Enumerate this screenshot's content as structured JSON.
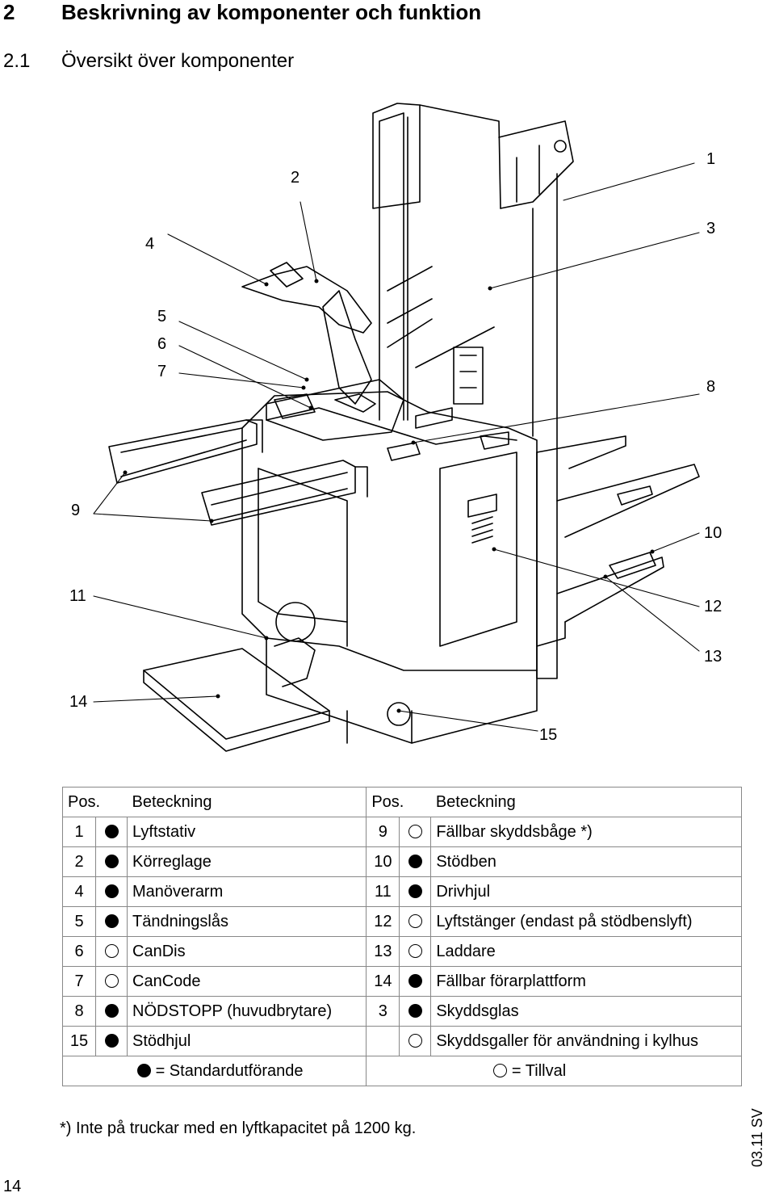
{
  "heading": {
    "number": "2",
    "title": "Beskrivning av komponenter och funktion"
  },
  "subheading": {
    "number": "2.1",
    "title": "Översikt över komponenter"
  },
  "callouts": [
    "1",
    "2",
    "3",
    "4",
    "5",
    "6",
    "7",
    "8",
    "9",
    "10",
    "11",
    "12",
    "13",
    "14",
    "15"
  ],
  "table": {
    "header": {
      "pos": "Pos.",
      "label": "Beteckning"
    },
    "rows": [
      {
        "l_pos": "1",
        "l_mark": "standard",
        "l_label": "Lyftstativ",
        "r_pos": "9",
        "r_mark": "option",
        "r_label": "Fällbar skyddsbåge *)"
      },
      {
        "l_pos": "2",
        "l_mark": "standard",
        "l_label": "Körreglage",
        "r_pos": "10",
        "r_mark": "standard",
        "r_label": "Stödben"
      },
      {
        "l_pos": "4",
        "l_mark": "standard",
        "l_label": "Manöverarm",
        "r_pos": "11",
        "r_mark": "standard",
        "r_label": "Drivhjul"
      },
      {
        "l_pos": "5",
        "l_mark": "standard",
        "l_label": "Tändningslås",
        "r_pos": "12",
        "r_mark": "option",
        "r_label": "Lyftstänger (endast på stödbenslyft)"
      },
      {
        "l_pos": "6",
        "l_mark": "option",
        "l_label": "CanDis",
        "r_pos": "13",
        "r_mark": "option",
        "r_label": "Laddare"
      },
      {
        "l_pos": "7",
        "l_mark": "option",
        "l_label": "CanCode",
        "r_pos": "14",
        "r_mark": "standard",
        "r_label": "Fällbar förarplattform"
      },
      {
        "l_pos": "8",
        "l_mark": "standard",
        "l_label": "NÖDSTOPP (huvudbrytare)",
        "r_pos": "3",
        "r_mark": "standard",
        "r_label": "Skyddsglas"
      },
      {
        "l_pos": "15",
        "l_mark": "standard",
        "l_label": "Stödhjul",
        "r_pos": "",
        "r_mark": "option",
        "r_label": "Skyddsgaller för användning i kylhus"
      }
    ],
    "legend_standard": "= Standardutförande",
    "legend_option": "= Tillval"
  },
  "footnote": "*) Inte på truckar med en lyftkapacitet på 1200 kg.",
  "side_code": "03.11 SV",
  "page_number": "14"
}
